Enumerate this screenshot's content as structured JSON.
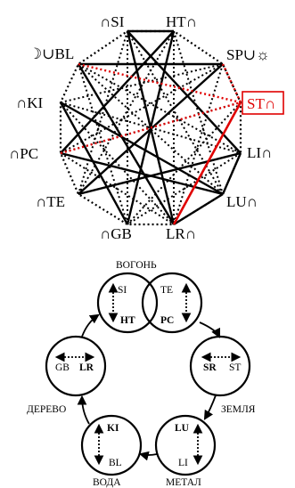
{
  "top_diagram": {
    "nodes": [
      {
        "id": "SI",
        "label": "∩SI"
      },
      {
        "id": "HT",
        "label": "HT∩"
      },
      {
        "id": "SP",
        "label": "SP∪☼"
      },
      {
        "id": "ST",
        "label": "ST∩"
      },
      {
        "id": "LI",
        "label": "LI∩"
      },
      {
        "id": "LU",
        "label": "LU∩"
      },
      {
        "id": "LR",
        "label": "LR∩"
      },
      {
        "id": "GB",
        "label": "∩GB"
      },
      {
        "id": "TE",
        "label": "∩TE"
      },
      {
        "id": "PC",
        "label": "∩PC"
      },
      {
        "id": "KI",
        "label": "∩KI"
      },
      {
        "id": "BL",
        "label": "☽∪BL"
      }
    ]
  },
  "bottom_diagram": {
    "elements": [
      {
        "name": "ВОГОНЬ",
        "pair": [
          "SI",
          "TE",
          "HT",
          "PC"
        ]
      },
      {
        "name": "ЗЕМЛЯ",
        "pair": [
          "SR",
          "ST"
        ]
      },
      {
        "name": "МЕТАЛ",
        "pair": [
          "LU",
          "LI"
        ]
      },
      {
        "name": "ВОДА",
        "pair": [
          "KI",
          "BL"
        ]
      },
      {
        "name": "ДЕРЕВО",
        "pair": [
          "GB",
          "LR"
        ]
      }
    ]
  }
}
